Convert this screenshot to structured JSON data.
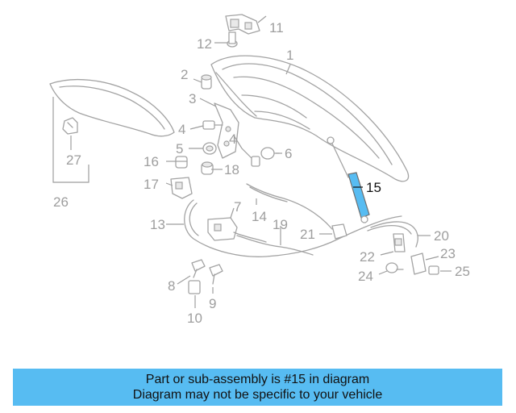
{
  "diagram": {
    "highlight_color": "#57bcf2",
    "callouts": [
      "1",
      "2",
      "3",
      "4",
      "4",
      "5",
      "6",
      "7",
      "8",
      "9",
      "10",
      "11",
      "12",
      "13",
      "14",
      "15",
      "16",
      "17",
      "18",
      "19",
      "20",
      "21",
      "22",
      "23",
      "24",
      "25",
      "26",
      "27"
    ],
    "highlighted_callout": "15"
  },
  "banner": {
    "background_color": "#57bcf2",
    "line1": "Part or sub-assembly is #15 in diagram",
    "line2": "Diagram may not be specific to your vehicle"
  }
}
